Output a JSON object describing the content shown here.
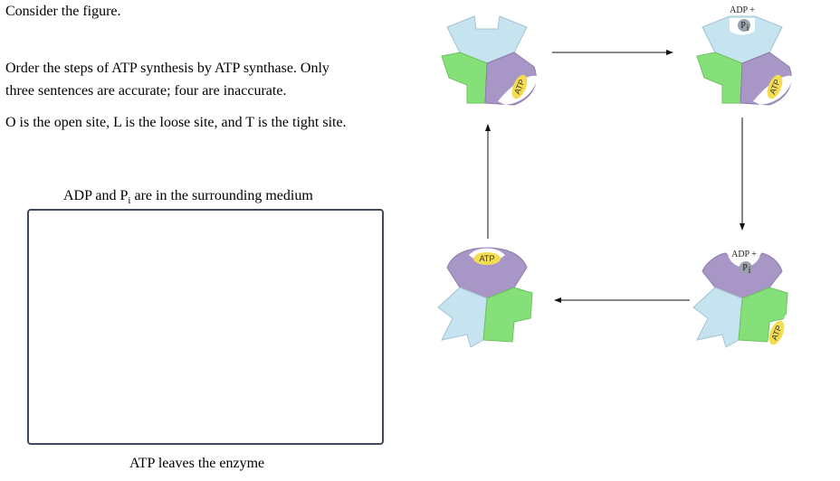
{
  "text": {
    "intro": "Consider the figure.",
    "instruction_line1": "Order the steps of ATP synthesis by ATP synthase. Only",
    "instruction_line2": "three sentences are accurate; four are inaccurate.",
    "sites_prefix": "O is the open site, L is the loose site, and T is the tight site."
  },
  "sequence": {
    "top_label_prefix": "ADP and P",
    "top_label_sub": "i",
    "top_label_suffix": " are in the surrounding medium",
    "bottom_label": "ATP leaves the enzyme"
  },
  "figure": {
    "adp_plus": "ADP +",
    "pi": "P",
    "pi_sub": "i",
    "atp": "ATP"
  },
  "colors": {
    "open_site": "#c6e4f0",
    "loose_site": "#86e07a",
    "tight_site": "#a896c6",
    "atp_badge": "#f3dc52",
    "pi_badge": "#9aa3ad"
  }
}
